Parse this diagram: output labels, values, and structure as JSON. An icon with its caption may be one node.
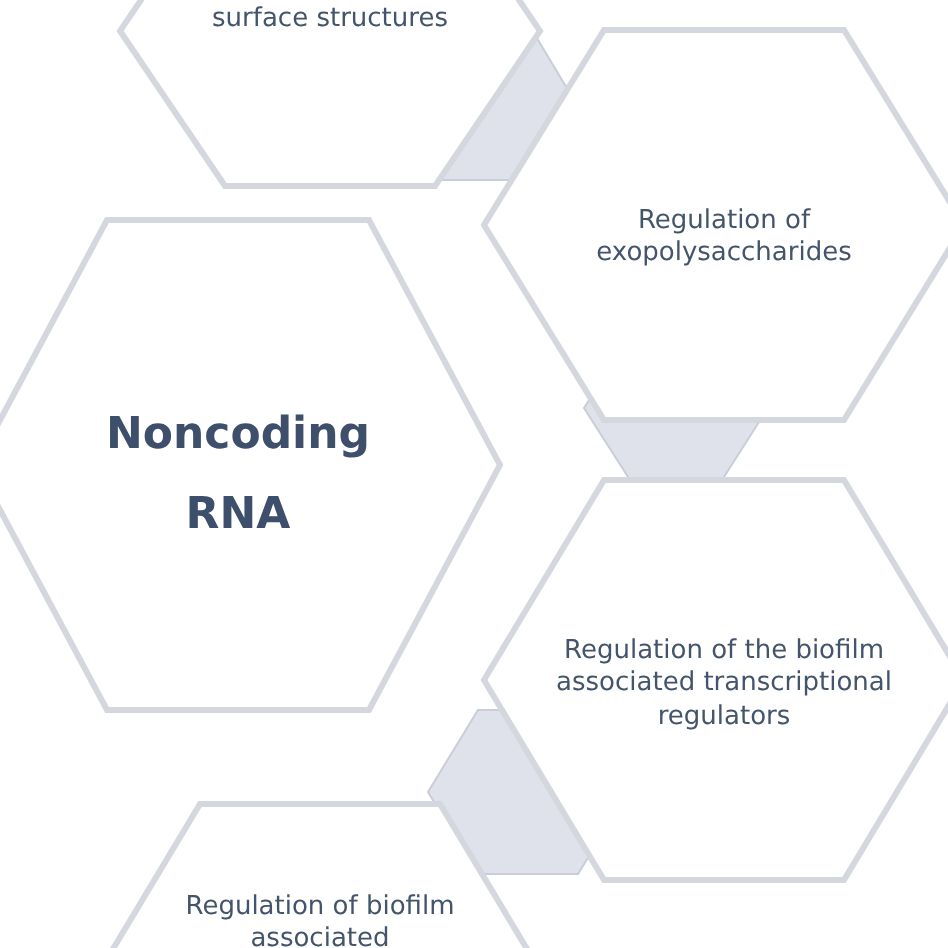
{
  "diagram": {
    "nodes": [
      {
        "text": [
          "surface structures"
        ]
      },
      {
        "text": [
          "Regulation of exopolysaccharides"
        ]
      },
      {
        "text": [
          "Noncoding RNA"
        ]
      },
      {
        "text": [
          "Regulation of the biofilm associated transcriptional regulators"
        ]
      },
      {
        "text": [
          "Regulation of biofilm associated"
        ]
      },
      {
        "text": [],
        "shape": "hexagon"
      },
      {
        "text": [],
        "shape": "hexagon"
      },
      {
        "text": [],
        "shape": "hexagon"
      }
    ]
  }
}
